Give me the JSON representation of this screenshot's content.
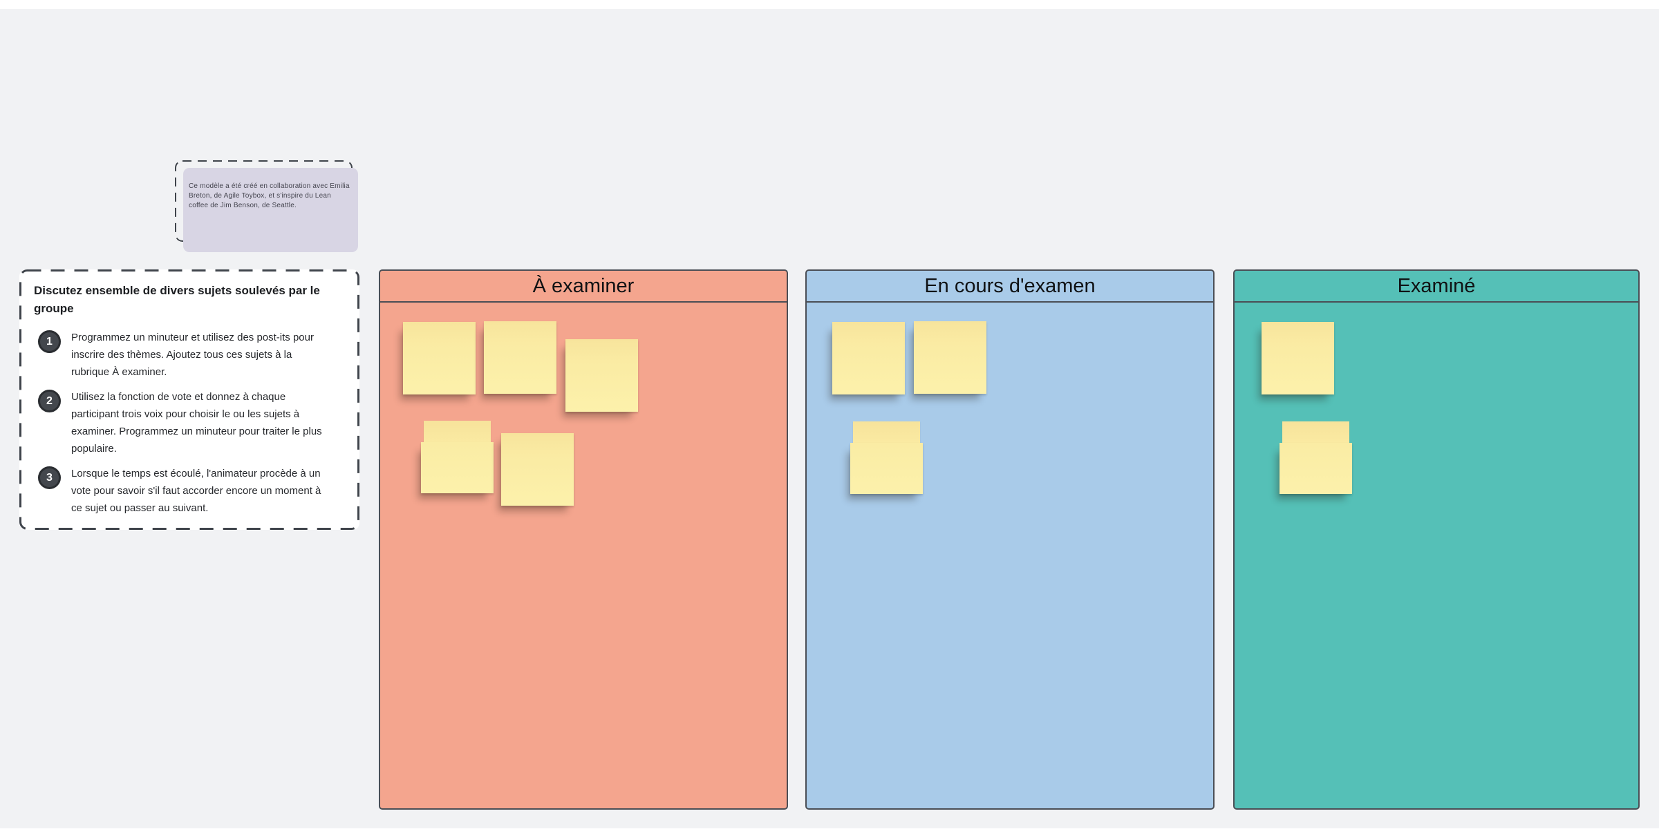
{
  "board": {
    "background_color": "#F1F2F4",
    "attribution_note": {
      "text": "Ce modèle a été créé en collaboration avec Emilia Breton, de Agile Toybox, et s'inspire du Lean coffee de Jim Benson, de Seattle.",
      "background_color": "#D8D5E4",
      "text_color": "#44444E"
    },
    "instructions": {
      "title": "Discutez ensemble de divers sujets soulevés par le groupe",
      "steps": [
        {
          "number": "1",
          "text": "Programmez un minuteur et utilisez des post-its pour inscrire des thèmes. Ajoutez tous ces sujets à la rubrique À examiner."
        },
        {
          "number": "2",
          "text": "Utilisez la fonction de vote et donnez à chaque participant trois voix pour choisir le ou les sujets à examiner. Programmez un minuteur pour traiter le plus populaire."
        },
        {
          "number": "3",
          "text": "Lorsque le temps est écoulé, l'animateur procède à un vote pour savoir s'il faut accorder encore un moment à ce sujet ou passer au suivant."
        }
      ]
    },
    "columns": [
      {
        "label": "À examiner",
        "color": "#F4A58E",
        "sticky_note_count": 5
      },
      {
        "label": "En cours d'examen",
        "color": "#A9CBE9",
        "sticky_note_count": 3
      },
      {
        "label": "Examiné",
        "color": "#55C0B7",
        "sticky_note_count": 2
      }
    ],
    "sticky_note_color": "#FBEFA6",
    "border_color": "#4A4E55"
  }
}
